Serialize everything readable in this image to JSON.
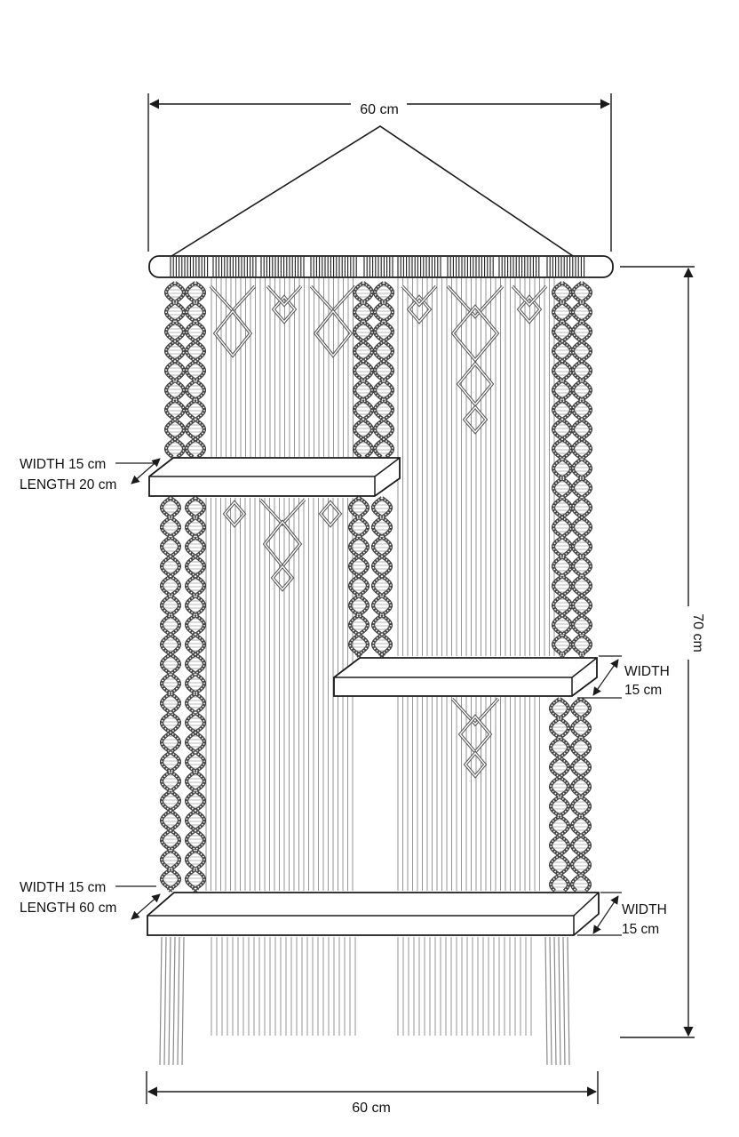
{
  "dimensions": {
    "top_width": "60 cm",
    "bottom_width": "60 cm",
    "height": "70 cm"
  },
  "shelves": {
    "top": {
      "width_label": "WIDTH 15 cm",
      "length_label": "LENGTH 20 cm"
    },
    "middle": {
      "width_label": "WIDTH",
      "width_value": "15 cm"
    },
    "bottom": {
      "width_label": "WIDTH 15 cm",
      "length_label": "LENGTH 60 cm",
      "side_width_label": "WIDTH",
      "side_width_value": "15 cm"
    }
  },
  "colors": {
    "line": "#1a1a1a",
    "cord": "#8a8a8a",
    "background": "#ffffff"
  }
}
